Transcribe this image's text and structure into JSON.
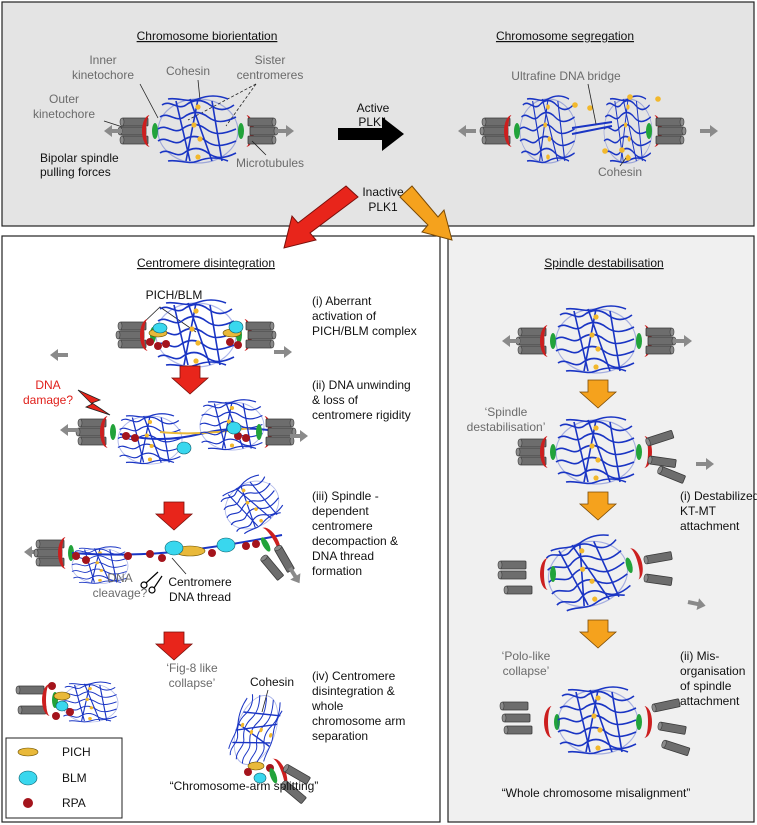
{
  "top": {
    "title_left": "Chromosome biorientation",
    "title_right": "Chromosome segregation",
    "outer_kinetochore": [
      "Outer",
      "kinetochore"
    ],
    "inner_kinetochore": [
      "Inner",
      "kinetochore"
    ],
    "cohesin": "Cohesin",
    "sister_centromeres": [
      "Sister",
      "centromeres"
    ],
    "bipolar": [
      "Bipolar spindle",
      "pulling forces"
    ],
    "microtubules": "Microtubules",
    "active_plk1": [
      "Active",
      "PLK1"
    ],
    "inactive_plk1": [
      "Inactive",
      "PLK1"
    ],
    "ultrafine": "Ultrafine DNA bridge",
    "cohesin_right": "Cohesin"
  },
  "left": {
    "title": "Centromere disintegration",
    "pich_blm": "PICH/BLM",
    "step1": [
      "(i) Aberrant",
      "activation of",
      "PICH/BLM complex"
    ],
    "dna_damage": [
      "DNA",
      "damage?"
    ],
    "step2": [
      "(ii) DNA unwinding",
      "& loss of",
      "centromere rigidity"
    ],
    "step3": [
      "(iii) Spindle -",
      "dependent",
      "centromere",
      "decompaction &",
      "DNA thread",
      "formation"
    ],
    "dna_cleavage": [
      "DNA",
      "cleavage?"
    ],
    "centromere_thread": [
      "Centromere",
      "DNA thread"
    ],
    "fig8": [
      "‘Fig-8 like",
      "collapse’"
    ],
    "cohesin": "Cohesin",
    "step4": [
      "(iv) Centromere",
      "disintegration &",
      "whole",
      "chromosome arm",
      "separation"
    ],
    "legend": [
      "PICH",
      "BLM",
      "RPA"
    ],
    "footer": "“Chromosome-arm splitting”"
  },
  "right": {
    "title": "Spindle destabilisation",
    "spindle_quote": [
      "‘Spindle",
      "destabilisation’"
    ],
    "step1": [
      "(i) Destabilized",
      "KT-MT",
      "attachment"
    ],
    "polo": [
      "‘Polo-like",
      "collapse’"
    ],
    "step2": [
      "(ii) Mis-",
      "organisation",
      "of spindle",
      "attachment"
    ],
    "footer": "“Whole chromosome misalignment”"
  },
  "colors": {
    "chromatin": "#1a35c4",
    "outer_kinetochore": "#cc1f1f",
    "inner_kinetochore": "#22a33a",
    "cohesin": "#f2b82c",
    "pich": "#e9b93a",
    "blm": "#39d7ee",
    "rpa": "#a4141c",
    "arrow_red": "#e8251b",
    "arrow_orange": "#f5a21d"
  }
}
